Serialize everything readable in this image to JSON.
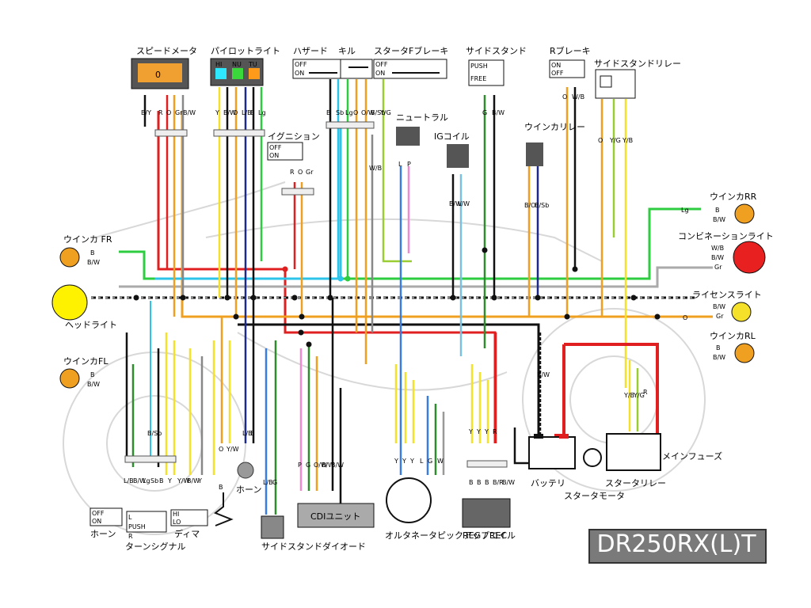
{
  "model": "DR250RX(L)T",
  "components": {
    "speedometer": "スピードメータ",
    "pilot_light": "パイロットライト",
    "hazard": "ハザード",
    "kill": "キル",
    "starter_f_brake": "スタータFブレーキ",
    "side_stand": "サイドスタンド",
    "r_brake": "Rブレーキ",
    "side_stand_relay": "サイドスタンドリレー",
    "ignition": "イグニション",
    "neutral": "ニュートラル",
    "ig_coil": "IGコイル",
    "winker_relay": "ウインカリレー",
    "winker_rr": "ウインカRR",
    "combination_light": "コンビネーションライト",
    "winker_fr": "ウインカ FR",
    "headlight": "ヘッドライト",
    "license_light": "ライセンスライト",
    "winker_rl": "ウインカRL",
    "winker_fl": "ウインカFL",
    "horn": "ホーン",
    "horn_sw": "ホーン",
    "turn_signal": "ターンシグナル",
    "dimmer": "ディマ",
    "side_stand_diode": "サイドスタンドダイオード",
    "cdi_unit": "CDIユニット",
    "alternator": "オルタネータピックアップコイル",
    "reg_rec": "REG / REC",
    "battery": "バッテリ",
    "starter_motor": "スタータモータ",
    "starter_relay": "スタータリレー",
    "main_fuse": "メインフューズ"
  },
  "switch_text": {
    "off": "OFF",
    "on": "ON",
    "push": "PUSH",
    "free": "FREE",
    "hi": "HI",
    "lo": "LO",
    "l": "L",
    "r": "R"
  },
  "pilot_lights": [
    "HI",
    "NU",
    "TU"
  ],
  "meter_display": "0",
  "wire_labels": {
    "speedo": [
      "B/Y",
      "R",
      "O",
      "Gr",
      "B/W"
    ],
    "pilot": [
      "Y",
      "B/W",
      "O",
      "L/B",
      "B",
      "Lg"
    ],
    "hazard": [
      "B",
      "Sb",
      "Lg"
    ],
    "kill": [
      "O",
      "O/W"
    ],
    "starter": [
      "B/Sb",
      "Y/G"
    ],
    "ignition": [
      "R",
      "O",
      "Gr"
    ],
    "wb": "W/B",
    "neutral": [
      "L",
      "P"
    ],
    "igcoil": [
      "B/W",
      "L/W"
    ],
    "sidestand": [
      "G",
      "B/W"
    ],
    "rbrake": [
      "O",
      "W/B"
    ],
    "winker_relay": [
      "B/O",
      "B/Sb"
    ],
    "ss_relay": [
      "O",
      "Y/G",
      "Y/B"
    ],
    "rr": [
      "Lg",
      "B",
      "B/W"
    ],
    "combo": [
      "W/B",
      "B/W",
      "Gr"
    ],
    "fr": [
      "B",
      "B/W"
    ],
    "license": [
      "B/W",
      "Gr"
    ],
    "o_line": "O",
    "rl": [
      "B",
      "B/W"
    ],
    "fl": [
      "B",
      "B/W"
    ],
    "bsb": "B/Sb",
    "bw_battery": "B/W",
    "handlebar": [
      "L/B",
      "B/W",
      "Lg",
      "Sb",
      "B",
      "Y",
      "Y/W",
      "B/W",
      "Y"
    ],
    "horn_wires": [
      "O",
      "Y/W",
      "L/B",
      "B"
    ],
    "horn_conn": "B",
    "diode": [
      "L/B",
      "G"
    ],
    "cdi": [
      "P",
      "G",
      "O/W",
      "B/W",
      "B/W"
    ],
    "alt": [
      "Y",
      "Y",
      "Y",
      "L",
      "G",
      "W"
    ],
    "regrec_top": [
      "Y",
      "Y",
      "Y",
      "R"
    ],
    "regrec_bot": [
      "B",
      "B",
      "B",
      "B/R",
      "B/W"
    ],
    "relay": [
      "Y/B",
      "Y/G",
      "R"
    ]
  }
}
